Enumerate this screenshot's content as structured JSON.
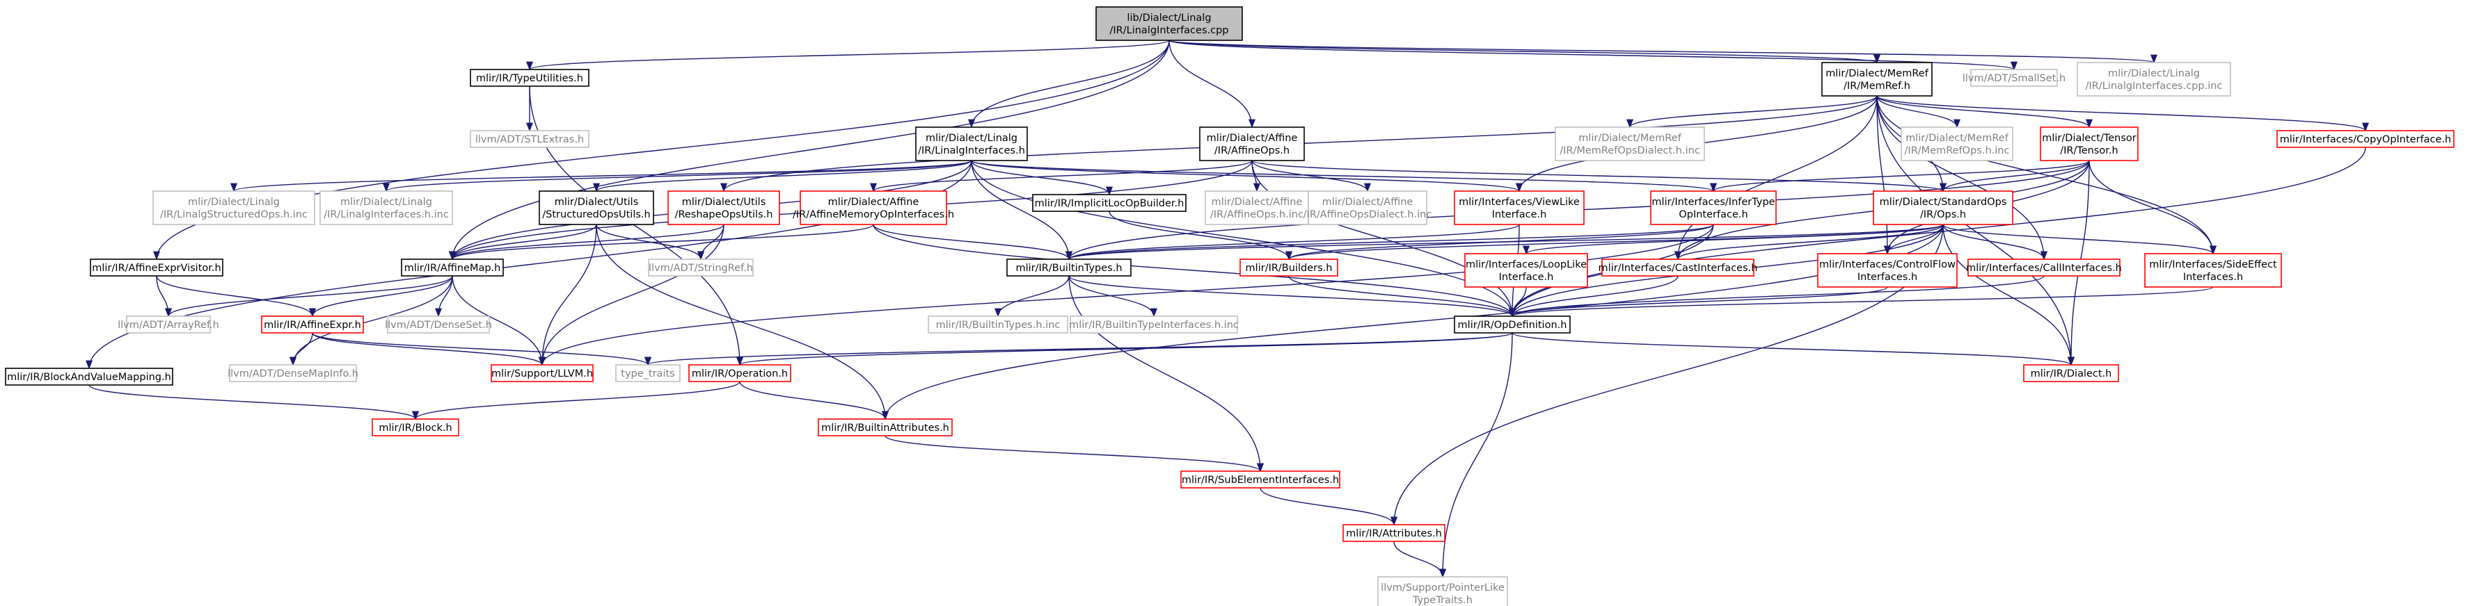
{
  "diagram": {
    "colors": {
      "edge": "#191970",
      "root_fill": "#bfbfbf",
      "border_black": "#000000",
      "border_red": "#ff0000",
      "border_gray": "#bfbfbf",
      "text_black": "#000000",
      "text_gray": "#808080"
    },
    "nodes": [
      {
        "id": "root",
        "kind": "root",
        "lines": [
          "lib/Dialect/Linalg",
          "/IR/LinalgInterfaces.cpp"
        ]
      },
      {
        "id": "typeutil",
        "kind": "black",
        "lines": [
          "mlir/IR/TypeUtilities.h"
        ]
      },
      {
        "id": "stlextras",
        "kind": "gray",
        "lines": [
          "llvm/ADT/STLExtras.h"
        ]
      },
      {
        "id": "memref",
        "kind": "black",
        "lines": [
          "mlir/Dialect/MemRef",
          "/IR/MemRef.h"
        ]
      },
      {
        "id": "smallset",
        "kind": "gray",
        "lines": [
          "llvm/ADT/SmallSet.h"
        ]
      },
      {
        "id": "linalgcppinc",
        "kind": "gray",
        "lines": [
          "mlir/Dialect/Linalg",
          "/IR/LinalgInterfaces.cpp.inc"
        ]
      },
      {
        "id": "linalgh",
        "kind": "black",
        "lines": [
          "mlir/Dialect/Linalg",
          "/IR/LinalgInterfaces.h"
        ]
      },
      {
        "id": "affineops",
        "kind": "black",
        "lines": [
          "mlir/Dialect/Affine",
          "/IR/AffineOps.h"
        ]
      },
      {
        "id": "memrefopsdialect",
        "kind": "gray",
        "lines": [
          "mlir/Dialect/MemRef",
          "/IR/MemRefOpsDialect.h.inc"
        ]
      },
      {
        "id": "memrefopsinc",
        "kind": "gray",
        "lines": [
          "mlir/Dialect/MemRef",
          "/IR/MemRefOps.h.inc"
        ]
      },
      {
        "id": "tensor",
        "kind": "red",
        "lines": [
          "mlir/Dialect/Tensor",
          "/IR/Tensor.h"
        ]
      },
      {
        "id": "copyop",
        "kind": "red",
        "lines": [
          "mlir/Interfaces/CopyOpInterface.h"
        ]
      },
      {
        "id": "structinc",
        "kind": "gray",
        "lines": [
          "mlir/Dialect/Linalg",
          "/IR/LinalgStructuredOps.h.inc"
        ]
      },
      {
        "id": "linalginterfacesinc",
        "kind": "gray",
        "lines": [
          "mlir/Dialect/Linalg",
          "/IR/LinalgInterfaces.h.inc"
        ]
      },
      {
        "id": "structopsutils",
        "kind": "black",
        "lines": [
          "mlir/Dialect/Utils",
          "/StructuredOpsUtils.h"
        ]
      },
      {
        "id": "reshapeops",
        "kind": "red",
        "lines": [
          "mlir/Dialect/Utils",
          "/ReshapeOpsUtils.h"
        ]
      },
      {
        "id": "affinememory",
        "kind": "red",
        "lines": [
          "mlir/Dialect/Affine",
          "/IR/AffineMemoryOpInterfaces.h"
        ]
      },
      {
        "id": "implicitloc",
        "kind": "black",
        "lines": [
          "mlir/IR/ImplicitLocOpBuilder.h"
        ]
      },
      {
        "id": "affineopsinc",
        "kind": "gray",
        "lines": [
          "mlir/Dialect/Affine",
          "/IR/AffineOps.h.inc"
        ]
      },
      {
        "id": "affineopsdialectinc",
        "kind": "gray",
        "lines": [
          "mlir/Dialect/Affine",
          "/IR/AffineOpsDialect.h.inc"
        ]
      },
      {
        "id": "viewlike",
        "kind": "red",
        "lines": [
          "mlir/Interfaces/ViewLike",
          "Interface.h"
        ]
      },
      {
        "id": "infertype",
        "kind": "red",
        "lines": [
          "mlir/Interfaces/InferType",
          "OpInterface.h"
        ]
      },
      {
        "id": "standardops",
        "kind": "red",
        "lines": [
          "mlir/Dialect/StandardOps",
          "/IR/Ops.h"
        ]
      },
      {
        "id": "affineexprvisitor",
        "kind": "black",
        "lines": [
          "mlir/IR/AffineExprVisitor.h"
        ]
      },
      {
        "id": "affinemap",
        "kind": "black",
        "lines": [
          "mlir/IR/AffineMap.h"
        ]
      },
      {
        "id": "stringref",
        "kind": "gray",
        "lines": [
          "llvm/ADT/StringRef.h"
        ]
      },
      {
        "id": "builtintypes",
        "kind": "black",
        "lines": [
          "mlir/IR/BuiltinTypes.h"
        ]
      },
      {
        "id": "builders",
        "kind": "red",
        "lines": [
          "mlir/IR/Builders.h"
        ]
      },
      {
        "id": "looplike",
        "kind": "red",
        "lines": [
          "mlir/Interfaces/LoopLike",
          "Interface.h"
        ]
      },
      {
        "id": "castinterfaces",
        "kind": "red",
        "lines": [
          "mlir/Interfaces/CastInterfaces.h"
        ]
      },
      {
        "id": "controlflow",
        "kind": "red",
        "lines": [
          "mlir/Interfaces/ControlFlow",
          "Interfaces.h"
        ]
      },
      {
        "id": "callinterfaces",
        "kind": "red",
        "lines": [
          "mlir/Interfaces/CallInterfaces.h"
        ]
      },
      {
        "id": "sideeffect",
        "kind": "red",
        "lines": [
          "mlir/Interfaces/SideEffect",
          "Interfaces.h"
        ]
      },
      {
        "id": "arrayref",
        "kind": "gray",
        "lines": [
          "llvm/ADT/ArrayRef.h"
        ]
      },
      {
        "id": "affineexpr",
        "kind": "red",
        "lines": [
          "mlir/IR/AffineExpr.h"
        ]
      },
      {
        "id": "denseset",
        "kind": "gray",
        "lines": [
          "llvm/ADT/DenseSet.h"
        ]
      },
      {
        "id": "builtintypesinc",
        "kind": "gray",
        "lines": [
          "mlir/IR/BuiltinTypes.h.inc"
        ]
      },
      {
        "id": "builtintypeinterfacesinc",
        "kind": "gray",
        "lines": [
          "mlir/IR/BuiltinTypeInterfaces.h.inc"
        ]
      },
      {
        "id": "opdefinition",
        "kind": "black",
        "lines": [
          "mlir/IR/OpDefinition.h"
        ]
      },
      {
        "id": "blockandvalue",
        "kind": "black",
        "lines": [
          "mlir/IR/BlockAndValueMapping.h"
        ]
      },
      {
        "id": "densemapinfo",
        "kind": "gray",
        "lines": [
          "llvm/ADT/DenseMapInfo.h"
        ]
      },
      {
        "id": "supportllvm",
        "kind": "red",
        "lines": [
          "mlir/Support/LLVM.h"
        ]
      },
      {
        "id": "typetraits",
        "kind": "gray",
        "lines": [
          "type_traits"
        ]
      },
      {
        "id": "operation",
        "kind": "red",
        "lines": [
          "mlir/IR/Operation.h"
        ]
      },
      {
        "id": "dialect",
        "kind": "red",
        "lines": [
          "mlir/IR/Dialect.h"
        ]
      },
      {
        "id": "block",
        "kind": "red",
        "lines": [
          "mlir/IR/Block.h"
        ]
      },
      {
        "id": "builtinattributes",
        "kind": "red",
        "lines": [
          "mlir/IR/BuiltinAttributes.h"
        ]
      },
      {
        "id": "subelement",
        "kind": "red",
        "lines": [
          "mlir/IR/SubElementInterfaces.h"
        ]
      },
      {
        "id": "attributes",
        "kind": "red",
        "lines": [
          "mlir/IR/Attributes.h"
        ]
      },
      {
        "id": "pointerlike",
        "kind": "gray",
        "lines": [
          "llvm/Support/PointerLike",
          "TypeTraits.h"
        ]
      }
    ],
    "edges": [
      [
        "root",
        "typeutil"
      ],
      [
        "root",
        "memref"
      ],
      [
        "root",
        "smallset"
      ],
      [
        "root",
        "linalgcppinc"
      ],
      [
        "root",
        "linalgh"
      ],
      [
        "root",
        "affineops"
      ],
      [
        "root",
        "affineexprvisitor"
      ],
      [
        "root",
        "affinemap"
      ],
      [
        "typeutil",
        "stlextras"
      ],
      [
        "typeutil",
        "operation"
      ],
      [
        "memref",
        "memrefopsdialect"
      ],
      [
        "memref",
        "memrefopsinc"
      ],
      [
        "memref",
        "tensor"
      ],
      [
        "memref",
        "copyop"
      ],
      [
        "memref",
        "viewlike"
      ],
      [
        "memref",
        "castinterfaces"
      ],
      [
        "memref",
        "controlflow"
      ],
      [
        "memref",
        "callinterfaces"
      ],
      [
        "memref",
        "sideeffect"
      ],
      [
        "memref",
        "dialect"
      ],
      [
        "memref",
        "reshapeops"
      ],
      [
        "memref",
        "standardops"
      ],
      [
        "linalgh",
        "blockandvalue"
      ],
      [
        "linalgh",
        "structinc"
      ],
      [
        "linalgh",
        "linalginterfacesinc"
      ],
      [
        "linalgh",
        "structopsutils"
      ],
      [
        "linalgh",
        "implicitloc"
      ],
      [
        "linalgh",
        "affinemap"
      ],
      [
        "linalgh",
        "builtintypes"
      ],
      [
        "linalgh",
        "opdefinition"
      ],
      [
        "linalgh",
        "viewlike"
      ],
      [
        "linalgh",
        "infertype"
      ],
      [
        "affineops",
        "affinememory"
      ],
      [
        "affineops",
        "affineopsinc"
      ],
      [
        "affineops",
        "affineopsdialectinc"
      ],
      [
        "affineops",
        "standardops"
      ],
      [
        "affineops",
        "affinemap"
      ],
      [
        "affineops",
        "opdefinition"
      ],
      [
        "tensor",
        "infertype"
      ],
      [
        "tensor",
        "standardops"
      ],
      [
        "tensor",
        "controlflow"
      ],
      [
        "tensor",
        "sideeffect"
      ],
      [
        "tensor",
        "castinterfaces"
      ],
      [
        "tensor",
        "builtintypes"
      ],
      [
        "tensor",
        "dialect"
      ],
      [
        "copyop",
        "opdefinition"
      ],
      [
        "structopsutils",
        "affinemap"
      ],
      [
        "structopsutils",
        "stringref"
      ],
      [
        "structopsutils",
        "supportllvm"
      ],
      [
        "structopsutils",
        "builtinattributes"
      ],
      [
        "reshapeops",
        "affinemap"
      ],
      [
        "reshapeops",
        "stringref"
      ],
      [
        "reshapeops",
        "supportllvm"
      ],
      [
        "affinememory",
        "builtintypes"
      ],
      [
        "affinememory",
        "affinemap"
      ],
      [
        "affinememory",
        "opdefinition"
      ],
      [
        "implicitloc",
        "builders"
      ],
      [
        "viewlike",
        "builtintypes"
      ],
      [
        "viewlike",
        "opdefinition"
      ],
      [
        "infertype",
        "builtintypes"
      ],
      [
        "infertype",
        "builders"
      ],
      [
        "infertype",
        "opdefinition"
      ],
      [
        "infertype",
        "supportllvm"
      ],
      [
        "standardops",
        "builders"
      ],
      [
        "standardops",
        "looplike"
      ],
      [
        "standardops",
        "castinterfaces"
      ],
      [
        "standardops",
        "controlflow"
      ],
      [
        "standardops",
        "callinterfaces"
      ],
      [
        "standardops",
        "sideeffect"
      ],
      [
        "standardops",
        "dialect"
      ],
      [
        "standardops",
        "builtinattributes"
      ],
      [
        "standardops",
        "attributes"
      ],
      [
        "standardops",
        "opdefinition"
      ],
      [
        "standardops",
        "builtintypes"
      ],
      [
        "affineexprvisitor",
        "affineexpr"
      ],
      [
        "affineexprvisitor",
        "arrayref"
      ],
      [
        "affinemap",
        "affineexpr"
      ],
      [
        "affinemap",
        "arrayref"
      ],
      [
        "affinemap",
        "denseset"
      ],
      [
        "affinemap",
        "densemapinfo"
      ],
      [
        "affinemap",
        "supportllvm"
      ],
      [
        "builtintypes",
        "builtintypesinc"
      ],
      [
        "builtintypes",
        "builtintypeinterfacesinc"
      ],
      [
        "builtintypes",
        "opdefinition"
      ],
      [
        "builtintypes",
        "subelement"
      ],
      [
        "builders",
        "opdefinition"
      ],
      [
        "looplike",
        "opdefinition"
      ],
      [
        "castinterfaces",
        "opdefinition"
      ],
      [
        "controlflow",
        "opdefinition"
      ],
      [
        "callinterfaces",
        "opdefinition"
      ],
      [
        "sideeffect",
        "opdefinition"
      ],
      [
        "affineexpr",
        "densemapinfo"
      ],
      [
        "affineexpr",
        "supportllvm"
      ],
      [
        "affineexpr",
        "typetraits"
      ],
      [
        "opdefinition",
        "dialect"
      ],
      [
        "opdefinition",
        "operation"
      ],
      [
        "opdefinition",
        "typetraits"
      ],
      [
        "opdefinition",
        "pointerlike"
      ],
      [
        "blockandvalue",
        "block"
      ],
      [
        "operation",
        "block"
      ],
      [
        "operation",
        "builtinattributes"
      ],
      [
        "builtinattributes",
        "subelement"
      ],
      [
        "subelement",
        "attributes"
      ],
      [
        "attributes",
        "pointerlike"
      ]
    ]
  }
}
